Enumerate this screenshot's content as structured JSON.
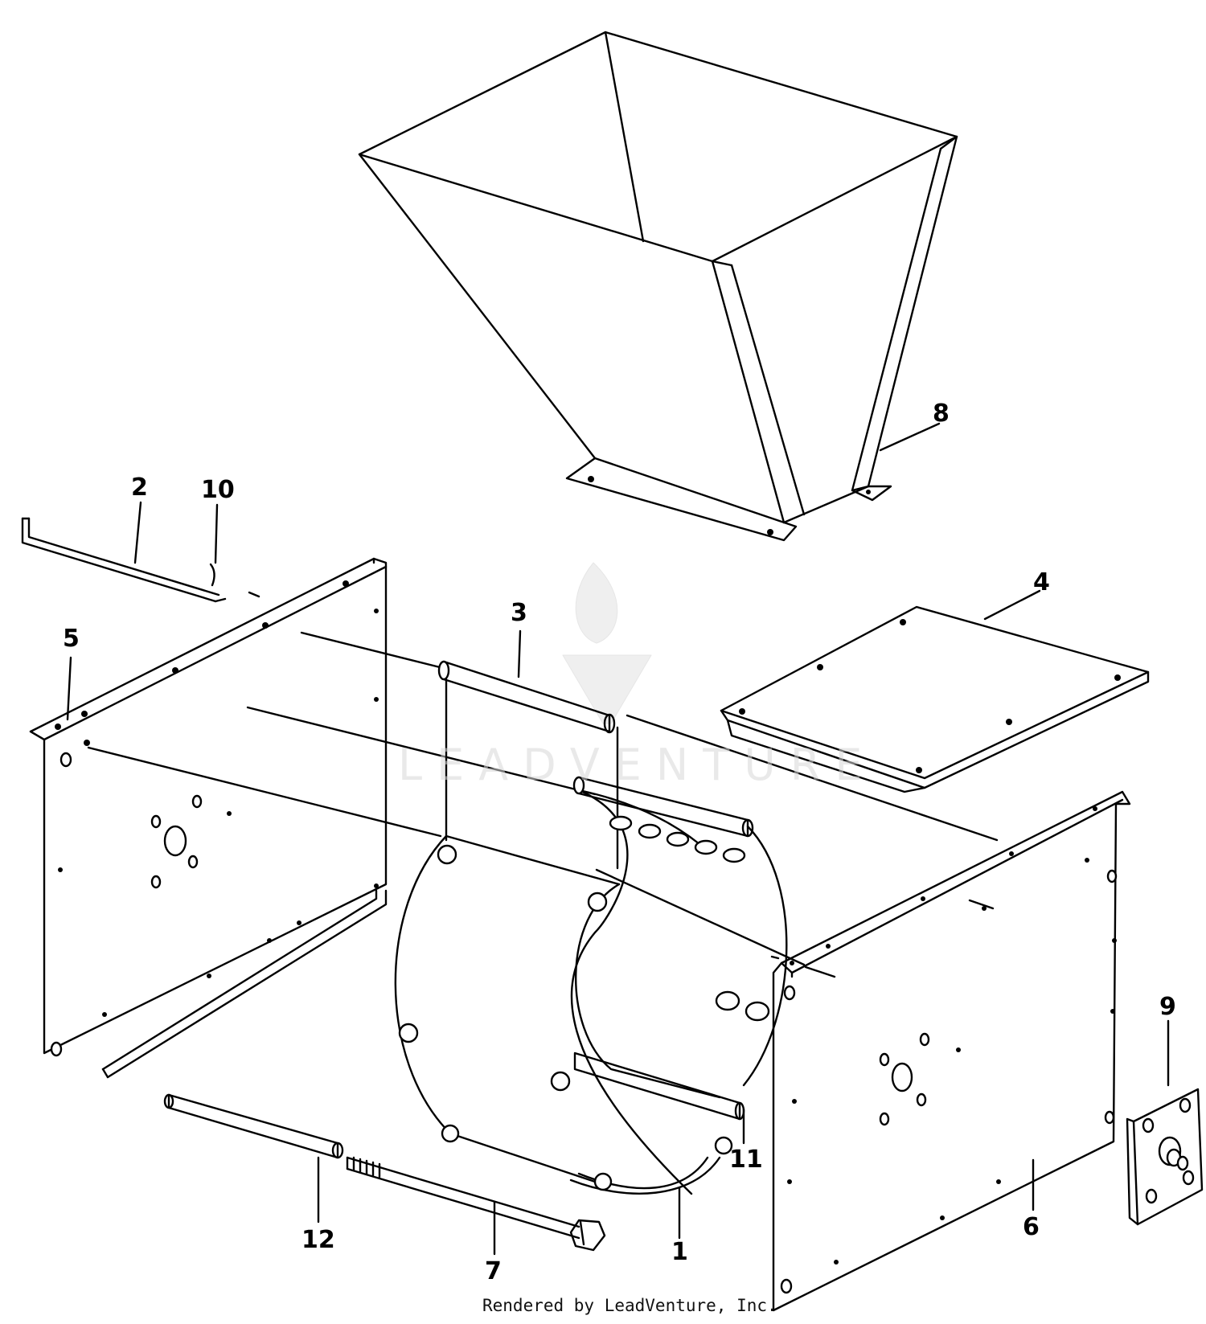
{
  "callouts": {
    "c1": "1",
    "c2": "2",
    "c3": "3",
    "c4": "4",
    "c5": "5",
    "c6": "6",
    "c7": "7",
    "c8": "8",
    "c9": "9",
    "c10": "10",
    "c11": "11",
    "c12": "12"
  },
  "watermark_text": "LEADVENTURE",
  "footer_text": "Rendered by LeadVenture, Inc."
}
